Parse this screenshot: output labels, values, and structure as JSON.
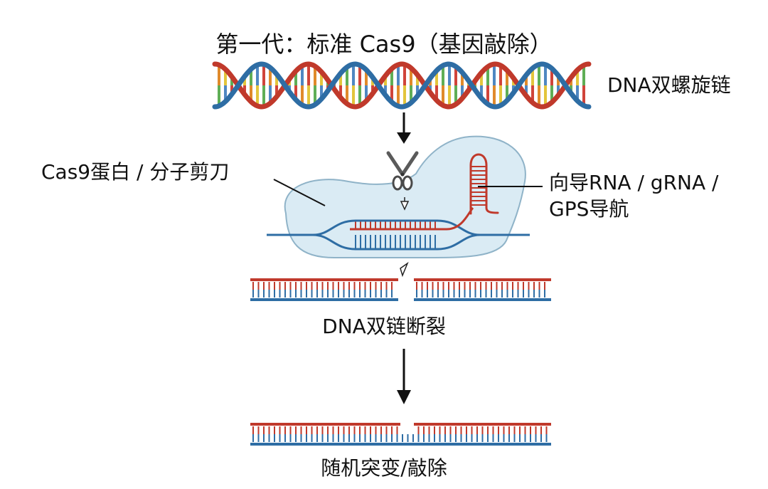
{
  "title": "第一代：标准 Cas9（基因敲除）",
  "labels": {
    "dna_helix": "DNA双螺旋链",
    "cas9_protein": "Cas9蛋白 / 分子剪刀",
    "guide_rna_line1": "向导RNA / gRNA /",
    "guide_rna_line2": "GPS导航",
    "double_strand_break": "DNA双链断裂",
    "result": "随机突变/敲除"
  },
  "colors": {
    "strand_red": "#c0392b",
    "strand_blue": "#2e6da4",
    "protein_fill": "#d3e7f2",
    "protein_stroke": "#8fb3c8",
    "base_orange": "#e08a2b",
    "base_yellow": "#e3c53c",
    "base_green": "#5fae56",
    "base_blue": "#4f87c2",
    "base_red": "#d0443a"
  },
  "icons": [
    "scissors-icon",
    "down-arrow-icon",
    "cut-marker-icon"
  ]
}
